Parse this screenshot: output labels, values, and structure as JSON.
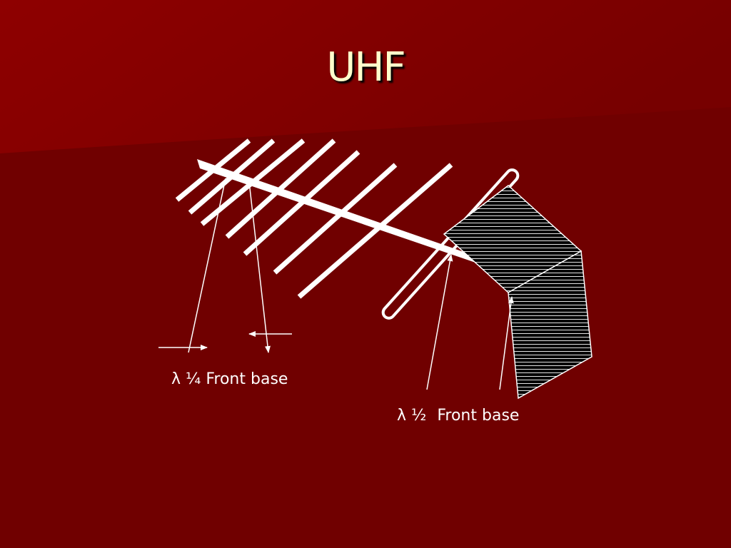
{
  "slide": {
    "title": "UHF",
    "colors": {
      "background": "#700000",
      "title": "#ffffcc",
      "diagram": "#ffffff"
    }
  },
  "diagram": {
    "quarter_label": {
      "symbol": "λ",
      "fraction": "¼",
      "text": "Front base"
    },
    "half_label": {
      "symbol": "λ",
      "fraction": "½",
      "text": "Front base"
    }
  }
}
